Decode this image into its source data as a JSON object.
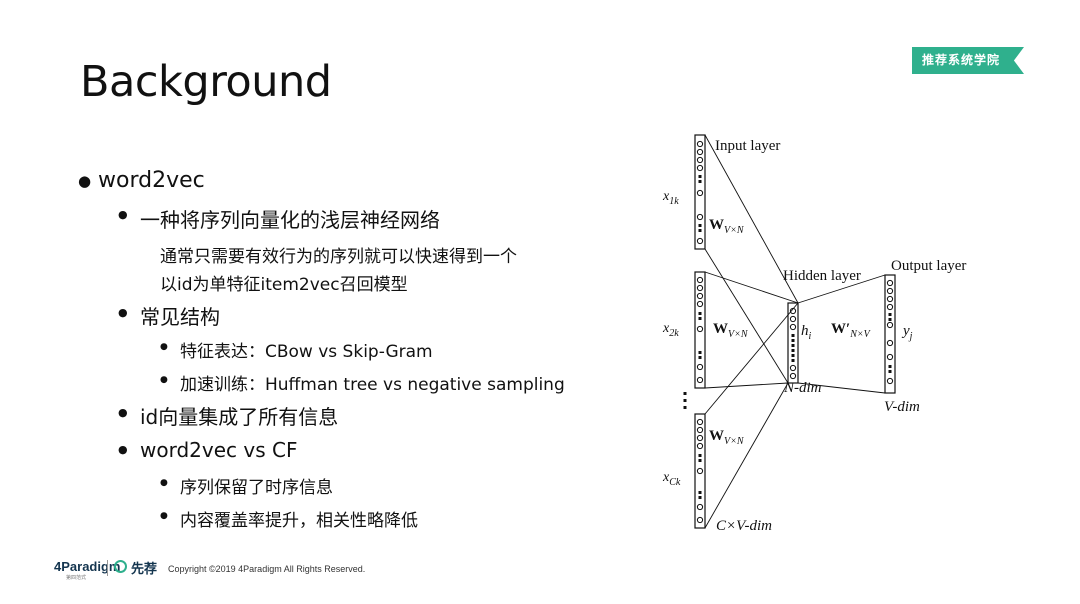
{
  "header": {
    "badge": "推荐系统学院",
    "title": "Background"
  },
  "bullets": {
    "b1": "word2vec",
    "b1_1": "一种将序列向量化的浅层神经网络",
    "b1_1_desc_line1": "通常只需要有效行为的序列就可以快速得到一个",
    "b1_1_desc_line2": "以id为单特征item2vec召回模型",
    "b1_2": "常见结构",
    "b1_2_1": "特征表达：CBow vs Skip-Gram",
    "b1_2_2": "加速训练：Huffman tree vs negative sampling",
    "b1_3": "id向量集成了所有信息",
    "b1_4": "word2vec vs CF",
    "b1_4_1": "序列保留了时序信息",
    "b1_4_2": "内容覆盖率提升，相关性略降低"
  },
  "diagram": {
    "input_layer": "Input layer",
    "hidden_layer": "Hidden layer",
    "output_layer": "Output layer",
    "x1k": "x",
    "x1k_sub": "1k",
    "x2k": "x",
    "x2k_sub": "2k",
    "xck": "x",
    "xck_sub": "Ck",
    "w": "W",
    "w_sub": "V×N",
    "w_prime": "W′",
    "w_prime_sub": "N×V",
    "hi": "h",
    "hi_sub": "i",
    "yj": "y",
    "yj_sub": "j",
    "n_dim": "N-dim",
    "v_dim": "V-dim",
    "cv_dim": "C×V-dim"
  },
  "footer": {
    "logo_main": "4Paradigm",
    "logo_sub": "第四范式",
    "brand": "先荐",
    "copyright": "Copyright ©2019 4Paradigm All Rights Reserved."
  },
  "colors": {
    "accent": "#2fb08d",
    "navy": "#14354f"
  }
}
